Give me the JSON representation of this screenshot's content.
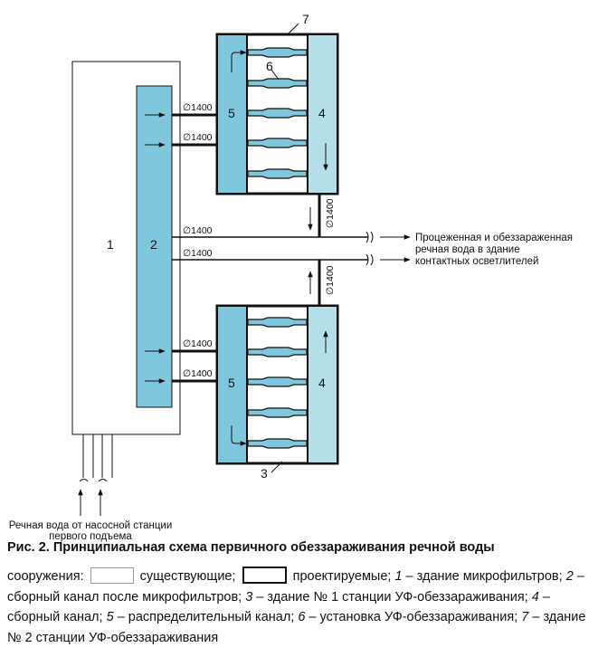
{
  "diagram": {
    "labels": {
      "n1": "1",
      "n2": "2",
      "n3": "3",
      "n4_top": "4",
      "n4_bot": "4",
      "n5_top": "5",
      "n5_bot": "5",
      "n6": "6",
      "n7": "7"
    },
    "pipe_label": "∅1400",
    "outlet_text": [
      "Процеженная и обеззараженная",
      "речная вода в здание",
      "контактных осветлителей"
    ],
    "inlet_text": [
      "Речная вода от насосной станции",
      "первого подъема"
    ]
  },
  "colors": {
    "channel_fill": "#7ec7dc",
    "collector_fill": "#b4dfe9",
    "line": "#111111"
  },
  "caption": "Рис. 2. Принципиальная схема первичного обеззараживания речной воды",
  "legend": {
    "prefix": "сооружения:",
    "existing": "существующие;",
    "planned": "проектируемые;",
    "items": [
      {
        "num": "1",
        "text": " – здание микрофильтров; "
      },
      {
        "num": "2",
        "text": " – сборный канал после микрофильтров; "
      },
      {
        "num": "3",
        "text": " – здание № 1 станции УФ-обеззараживания; "
      },
      {
        "num": "4",
        "text": " – сборный канал; "
      },
      {
        "num": "5",
        "text": " – распределительный канал; "
      },
      {
        "num": "6",
        "text": " – установка УФ-обеззараживания; "
      },
      {
        "num": "7",
        "text": " – здание № 2 станции УФ-обеззараживания"
      }
    ]
  }
}
